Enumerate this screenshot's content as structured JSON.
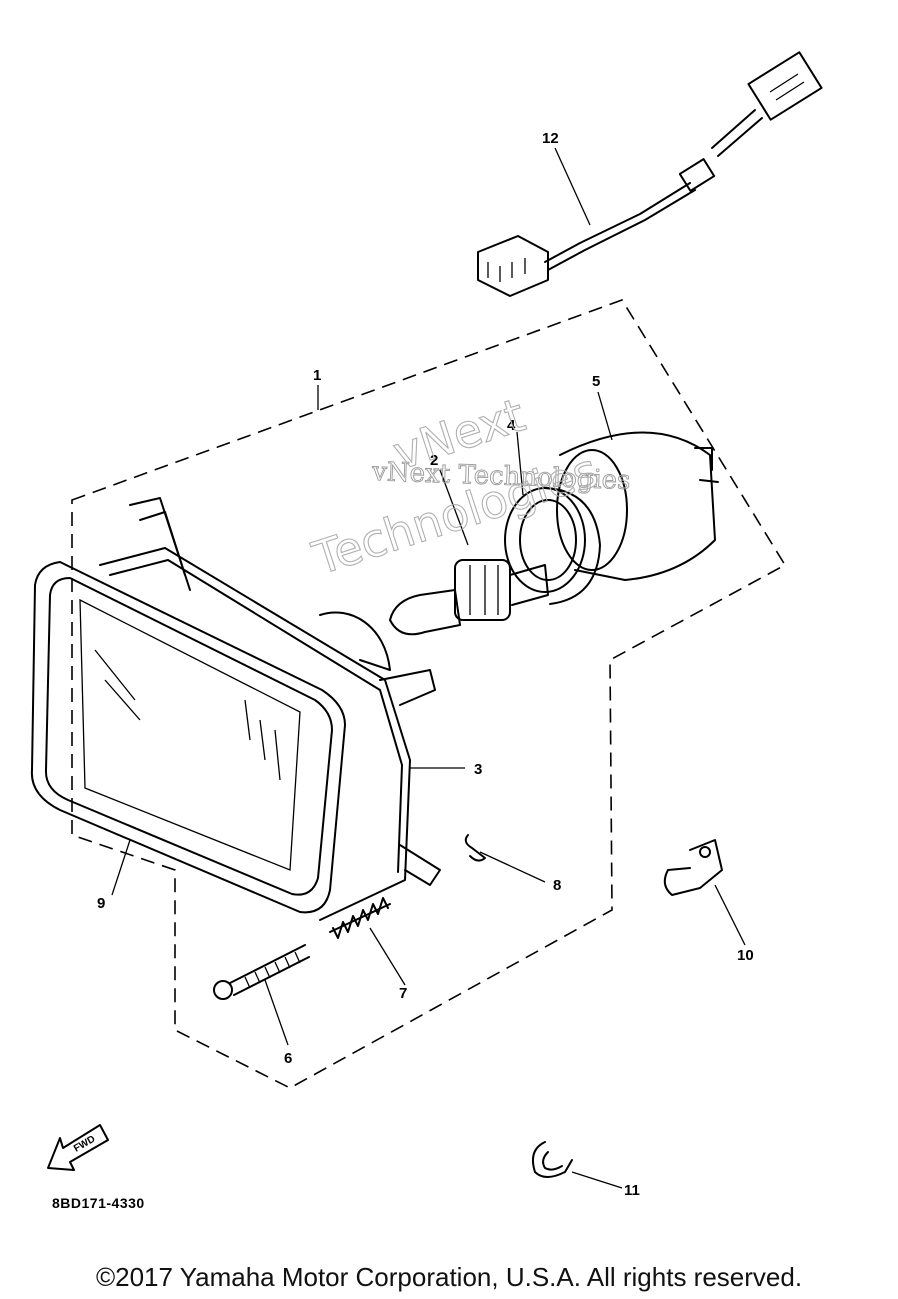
{
  "diagram_code": "8BD171-4330",
  "fwd_label": "FWD",
  "copyright": "©2017 Yamaha Motor Corporation, U.S.A. All rights reserved.",
  "watermark": {
    "line1": "vNext Technologies",
    "line2": "vNext",
    "line3": "Technologies"
  },
  "callouts": {
    "c1": "1",
    "c2": "2",
    "c3": "3",
    "c4": "4",
    "c5": "5",
    "c6": "6",
    "c7": "7",
    "c8": "8",
    "c9": "9",
    "c10": "10",
    "c11": "11",
    "c12": "12"
  }
}
